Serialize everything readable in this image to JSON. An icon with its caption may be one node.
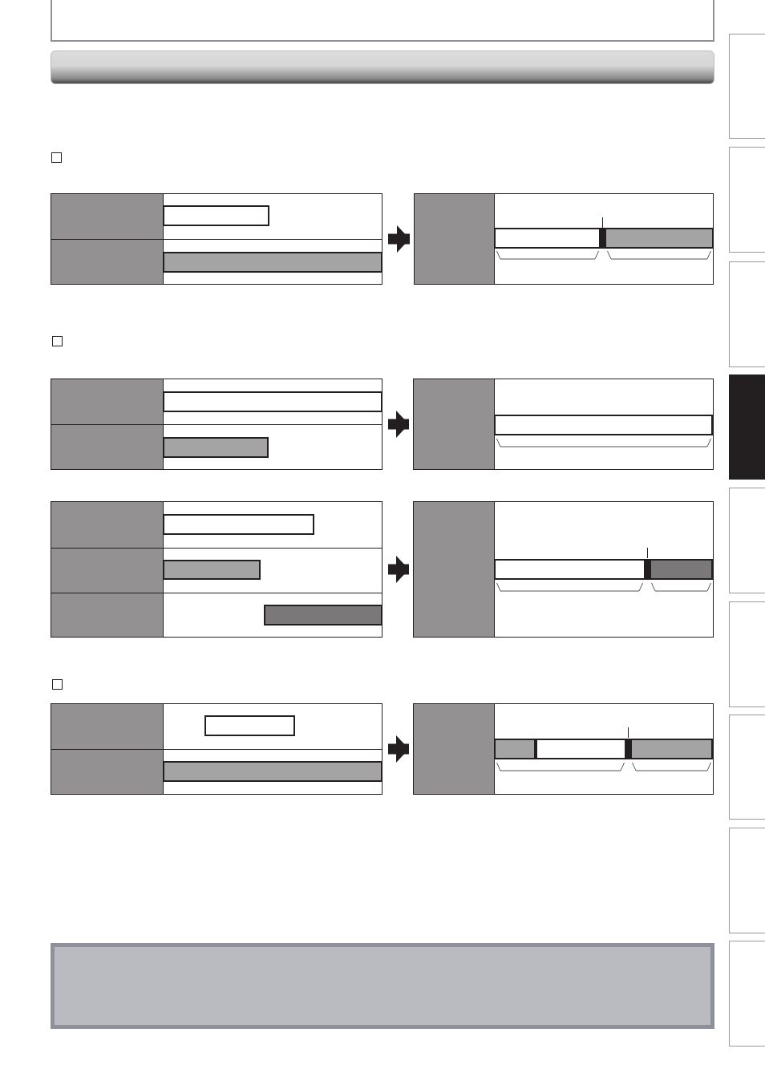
{
  "diagram": {
    "nodes": [
      {
        "text": [],
        "shape": "box"
      },
      {
        "text": [],
        "shape": "bar",
        "in": 0
      },
      {
        "text": [],
        "shape": "bar",
        "in": 0
      },
      {
        "text": [],
        "shape": "box"
      },
      {
        "text": [],
        "shape": "bar",
        "in": 3
      },
      {
        "text": [],
        "shape": "bar",
        "in": 3
      },
      {
        "text": [],
        "shape": "box"
      },
      {
        "text": [],
        "shape": "bar",
        "in": 6
      },
      {
        "text": [],
        "shape": "bar",
        "in": 6
      },
      {
        "text": [],
        "shape": "box"
      },
      {
        "text": [],
        "shape": "bar",
        "in": 9
      },
      {
        "text": [],
        "shape": "box"
      },
      {
        "text": [],
        "shape": "bar",
        "in": 11
      },
      {
        "text": [],
        "shape": "bar",
        "in": 11
      },
      {
        "text": [],
        "shape": "bar",
        "in": 11
      },
      {
        "text": [],
        "shape": "box"
      },
      {
        "text": [],
        "shape": "bar",
        "in": 15
      },
      {
        "text": [],
        "shape": "bar",
        "in": 15
      },
      {
        "text": [],
        "shape": "box"
      },
      {
        "text": [],
        "shape": "bar",
        "in": 18
      },
      {
        "text": [],
        "shape": "bar",
        "in": 18
      },
      {
        "text": [],
        "shape": "box"
      },
      {
        "text": [],
        "shape": "bar",
        "in": 21
      },
      {
        "text": [],
        "shape": "bar",
        "in": 21
      },
      {
        "text": [],
        "shape": "bar",
        "in": 21
      },
      {
        "text": [],
        "shape": "box"
      },
      {
        "text": [],
        "shape": "box"
      },
      {
        "text": [],
        "shape": "box"
      },
      {
        "text": [],
        "shape": "box"
      },
      {
        "text": [],
        "shape": "box"
      },
      {
        "text": [],
        "shape": "box"
      },
      {
        "text": [],
        "shape": "box"
      },
      {
        "text": [],
        "shape": "box"
      },
      {
        "text": [],
        "shape": "box"
      },
      {
        "text": [],
        "shape": "box"
      }
    ],
    "edges": [
      {
        "from": 0,
        "to": 3,
        "arrow": "to"
      },
      {
        "from": 6,
        "to": 9,
        "arrow": "to"
      },
      {
        "from": 11,
        "to": 15,
        "arrow": "to"
      },
      {
        "from": 18,
        "to": 21,
        "arrow": "to"
      }
    ]
  }
}
